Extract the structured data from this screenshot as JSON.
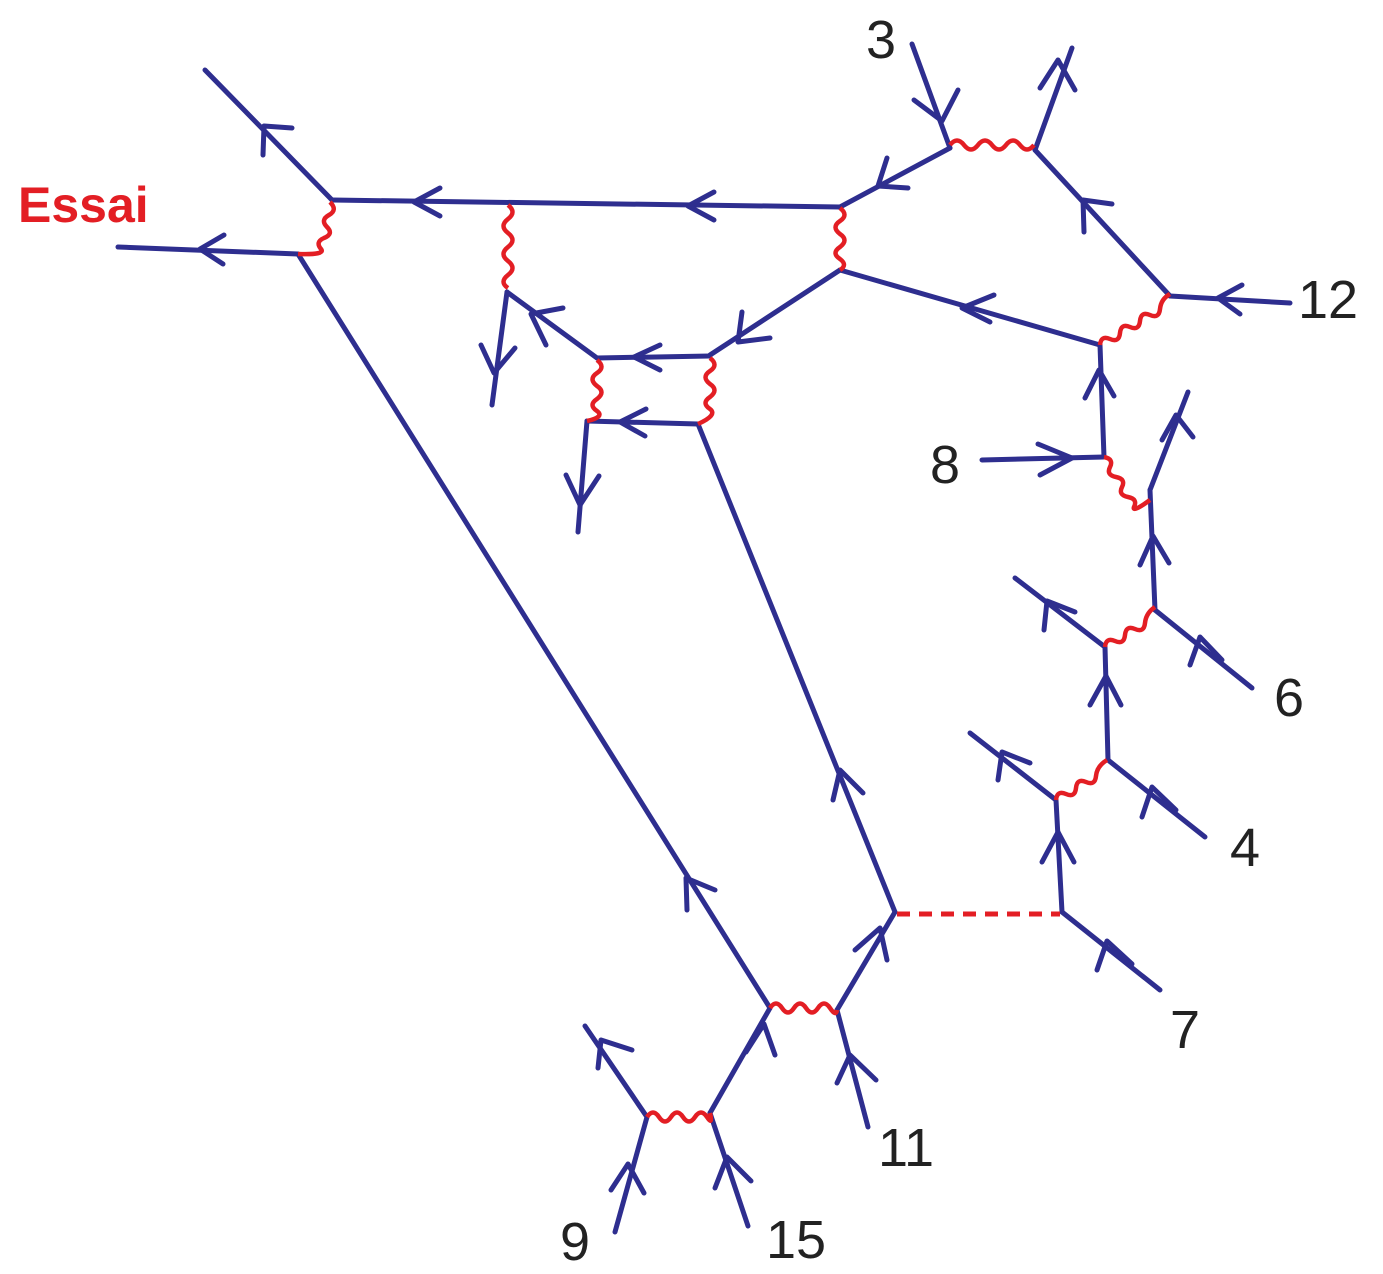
{
  "diagram": {
    "title": "Essai",
    "labels": {
      "n3": "3",
      "n12": "12",
      "n8": "8",
      "n6": "6",
      "n4": "4",
      "n7": "7",
      "n11": "11",
      "n9": "9",
      "n15": "15"
    }
  },
  "colors": {
    "line": "#2e2e8f",
    "interaction": "#e31e24",
    "label": "#222222",
    "title": "#e31e24",
    "background": "#ffffff"
  }
}
